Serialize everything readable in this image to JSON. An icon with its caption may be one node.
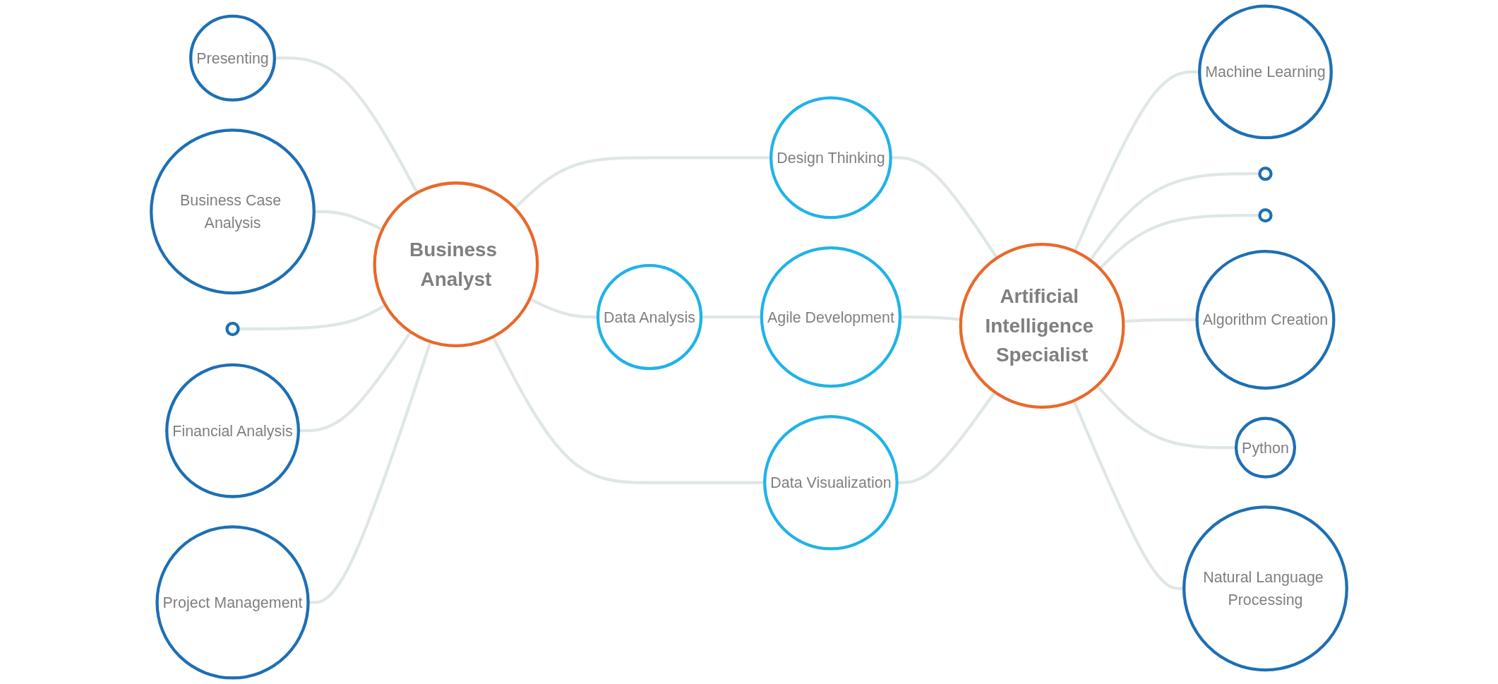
{
  "diagram": {
    "nodes": [
      {
        "text": [
          "Business Analyst"
        ]
      },
      {
        "text": [
          "Presenting"
        ]
      },
      {
        "text": [
          "Business Case Analysis"
        ]
      },
      {
        "text": [],
        "shape": "circle"
      },
      {
        "text": [
          "Financial Analysis"
        ]
      },
      {
        "text": [
          "Project Management"
        ]
      },
      {
        "text": [
          "Design Thinking"
        ]
      },
      {
        "text": [
          "Data Analysis"
        ]
      },
      {
        "text": [
          "Agile Development"
        ]
      },
      {
        "text": [
          "Data Visualization"
        ]
      },
      {
        "text": [
          "Artificial Intelligence Specialist"
        ]
      },
      {
        "text": [
          "Machine Learning"
        ]
      },
      {
        "text": [],
        "shape": "circle"
      },
      {
        "text": [],
        "shape": "circle"
      },
      {
        "text": [
          "Algorithm Creation"
        ]
      },
      {
        "text": [
          "Python"
        ]
      },
      {
        "text": [
          "Natural Language Processing"
        ]
      }
    ],
    "edges": [
      {
        "from": 1,
        "to": 0,
        "arrow": "none"
      },
      {
        "from": 2,
        "to": 0,
        "arrow": "none"
      },
      {
        "from": 3,
        "to": 0,
        "arrow": "none"
      },
      {
        "from": 4,
        "to": 0,
        "arrow": "none"
      },
      {
        "from": 5,
        "to": 0,
        "arrow": "none"
      },
      {
        "from": 0,
        "to": 6,
        "arrow": "none"
      },
      {
        "from": 0,
        "to": 7,
        "arrow": "none"
      },
      {
        "from": 0,
        "to": 9,
        "arrow": "none"
      },
      {
        "from": 7,
        "to": 8,
        "arrow": "none"
      },
      {
        "from": 6,
        "to": 10,
        "arrow": "none"
      },
      {
        "from": 8,
        "to": 10,
        "arrow": "none"
      },
      {
        "from": 9,
        "to": 10,
        "arrow": "none"
      },
      {
        "from": 10,
        "to": 11,
        "arrow": "none"
      },
      {
        "from": 10,
        "to": 12,
        "arrow": "none"
      },
      {
        "from": 10,
        "to": 13,
        "arrow": "none"
      },
      {
        "from": 10,
        "to": 14,
        "arrow": "none"
      },
      {
        "from": 10,
        "to": 15,
        "arrow": "none"
      },
      {
        "from": 10,
        "to": 16,
        "arrow": "none"
      }
    ]
  }
}
